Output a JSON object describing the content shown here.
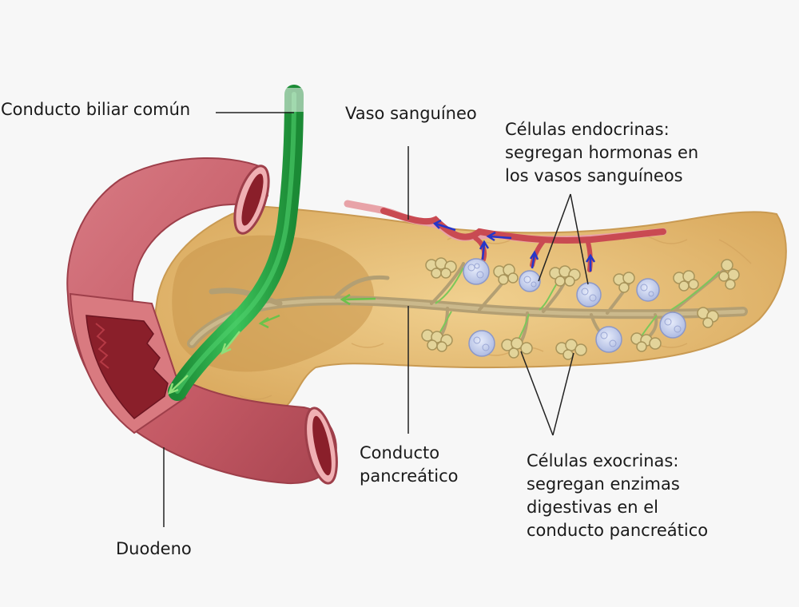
{
  "labels": {
    "bile_duct": "Conducto biliar común",
    "blood_vessel": "Vaso sanguíneo",
    "endocrine": [
      "Células endocrinas:",
      "segregan hormonas en",
      "los vasos sanguíneos"
    ],
    "pancreatic_duct": [
      "Conducto",
      "pancreático"
    ],
    "exocrine": [
      "Células exocrinas:",
      "segregan enzimas",
      "digestivas en el",
      "conducto pancreático"
    ],
    "duodenum": "Duodeno"
  },
  "colors": {
    "background": "#f7f7f7",
    "pancreas": "#e8bf78",
    "duodenum": "#c75d68",
    "bile_duct": "#26a244",
    "blood_vessel": "#c94a52",
    "pancreatic_duct": "#b39f73",
    "endocrine_cells": "#c9d2ee",
    "exocrine_cells": "#e3d49a",
    "flow_arrows": "#2636c8"
  }
}
